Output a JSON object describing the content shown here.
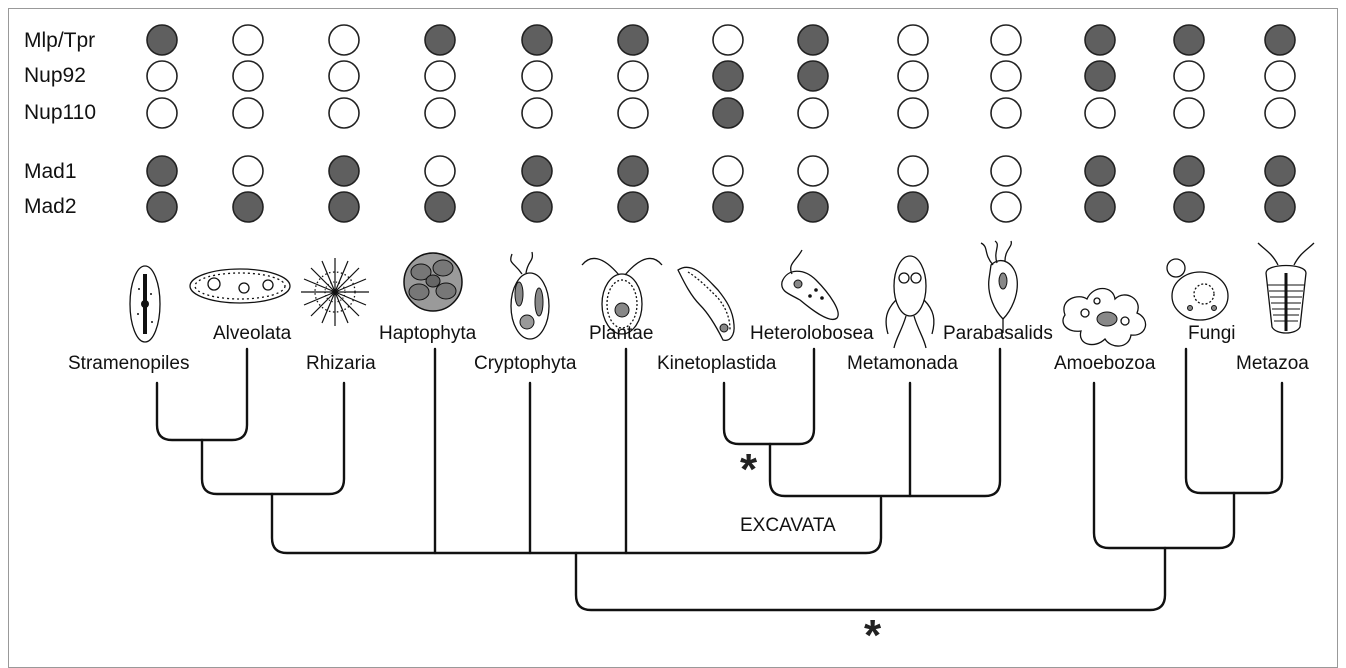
{
  "rows": [
    "Mlp/Tpr",
    "Nup92",
    "Nup110",
    "Mad1",
    "Mad2"
  ],
  "taxa": [
    {
      "name": "Stramenopiles",
      "icon": "diatom-icon",
      "presence": [
        true,
        false,
        false,
        true,
        true
      ]
    },
    {
      "name": "Alveolata",
      "icon": "ciliate-icon",
      "presence": [
        false,
        false,
        false,
        false,
        true
      ]
    },
    {
      "name": "Rhizaria",
      "icon": "radiolarian-icon",
      "presence": [
        false,
        false,
        false,
        true,
        true
      ]
    },
    {
      "name": "Haptophyta",
      "icon": "coccolithophore-icon",
      "presence": [
        true,
        false,
        false,
        false,
        true
      ]
    },
    {
      "name": "Cryptophyta",
      "icon": "cryptomonad-icon",
      "presence": [
        true,
        false,
        false,
        true,
        true
      ]
    },
    {
      "name": "Plantae",
      "icon": "green-alga-icon",
      "presence": [
        true,
        false,
        false,
        true,
        true
      ]
    },
    {
      "name": "Kinetoplastida",
      "icon": "trypanosome-icon",
      "presence": [
        false,
        true,
        true,
        false,
        true
      ]
    },
    {
      "name": "Heterolobosea",
      "icon": "naegleria-icon",
      "presence": [
        true,
        true,
        false,
        false,
        true
      ]
    },
    {
      "name": "Metamonada",
      "icon": "giardia-icon",
      "presence": [
        false,
        false,
        false,
        false,
        true
      ]
    },
    {
      "name": "Parabasalids",
      "icon": "trichomonas-icon",
      "presence": [
        false,
        false,
        false,
        false,
        false
      ]
    },
    {
      "name": "Amoebozoa",
      "icon": "amoeba-icon",
      "presence": [
        true,
        true,
        false,
        true,
        true
      ]
    },
    {
      "name": "Fungi",
      "icon": "yeast-icon",
      "presence": [
        true,
        false,
        false,
        true,
        true
      ]
    },
    {
      "name": "Metazoa",
      "icon": "trilobite-icon",
      "presence": [
        true,
        false,
        false,
        true,
        true
      ]
    }
  ],
  "clade_label": "EXCAVATA",
  "markers": [
    "*",
    "*"
  ],
  "colors": {
    "filled": "#5f5f5f",
    "empty": "#ffffff",
    "line": "#111111",
    "frame": "#999999"
  }
}
